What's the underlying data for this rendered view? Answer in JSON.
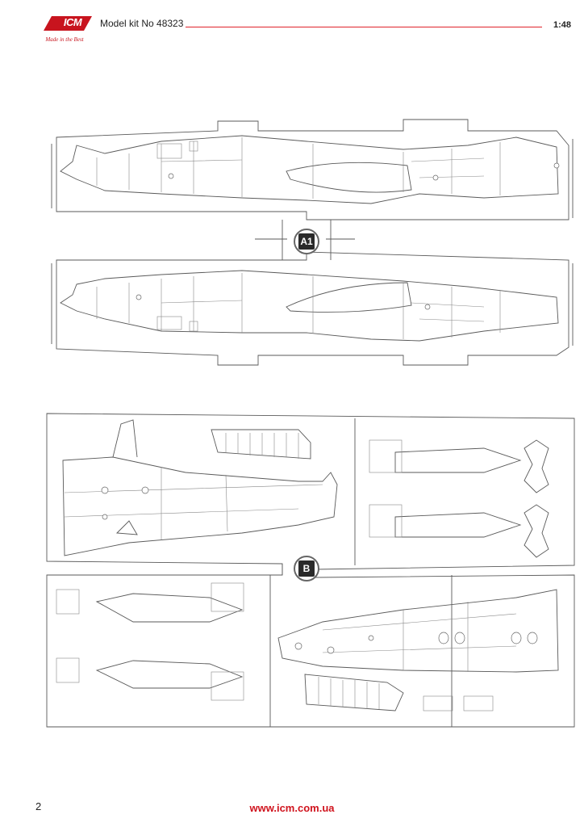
{
  "header": {
    "logo_text": "ICM",
    "logo_tagline": "Made in the Best",
    "model_label": "Model kit No 48323",
    "scale": "1:48"
  },
  "sprues": [
    {
      "id": "A1"
    },
    {
      "id": "B"
    }
  ],
  "footer": {
    "page_number": "2",
    "website": "www.icm.com.ua"
  },
  "colors": {
    "brand_red": "#d0141e",
    "line": "#5a5a5a"
  }
}
